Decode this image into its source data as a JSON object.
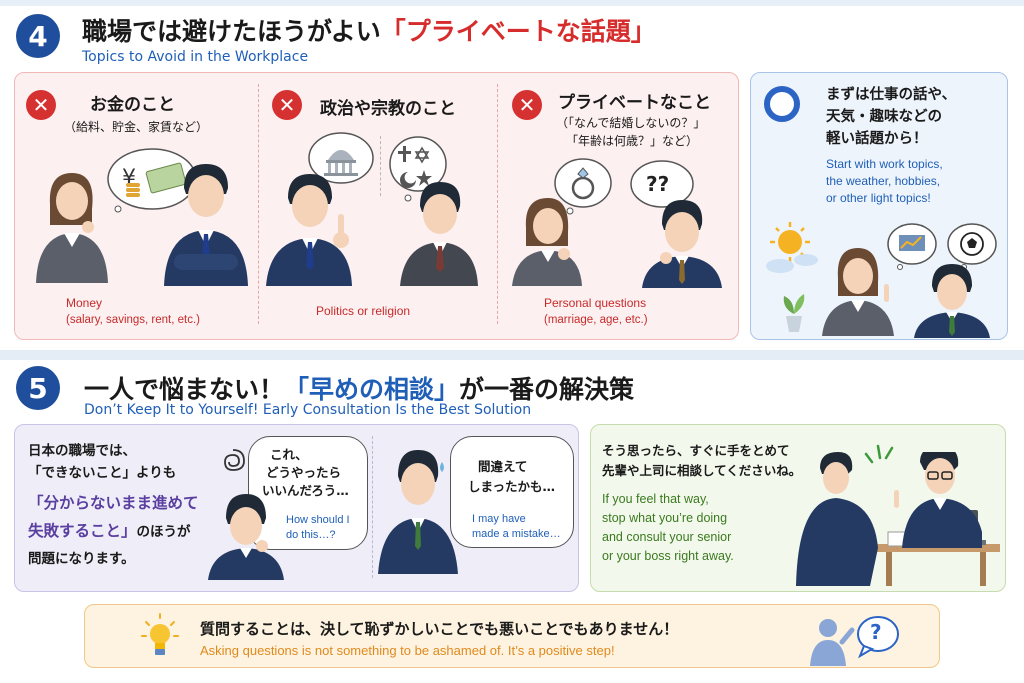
{
  "section4": {
    "number": "4",
    "title_prefix": "職場では避けたほうがよい",
    "title_highlight": "「プライベートな話題」",
    "subtitle": "Topics to Avoid in the Workplace",
    "items": [
      {
        "heading": "お金のこと",
        "sub": "（給料、貯金、家賃など）",
        "caption_1": "Money",
        "caption_2": "(salary, savings, rent, etc.)",
        "icon": "money-icon"
      },
      {
        "heading": "政治や宗教のこと",
        "caption_1": "Politics or religion",
        "icon": "religion-icon"
      },
      {
        "heading": "プライベートなこと",
        "sub_1": "（「なんで結婚しないの？」",
        "sub_2": "「年齢は何歳？」など）",
        "caption_1": "Personal questions",
        "caption_2": "(marriage, age, etc.)",
        "bubble_text": "??",
        "icon": "ring-icon"
      }
    ],
    "good": {
      "line_1": "まずは仕事の話や、",
      "line_2": "天気・趣味などの",
      "line_3": "軽い話題から！",
      "en_1": "Start with work topics,",
      "en_2": "the weather, hobbies,",
      "en_3": "or other light topics!",
      "icon": "circle-ok-icon"
    },
    "money_symbol": "¥"
  },
  "section5": {
    "number": "5",
    "title_prefix": "一人で悩まない！",
    "title_highlight": "「早めの相談」",
    "title_suffix": "が一番の解決策",
    "subtitle": "Don’t Keep It to Yourself! Early Consultation Is the Best Solution",
    "left": {
      "line_1": "日本の職場では、",
      "line_2": "「できないこと」よりも",
      "highlight_1": "「分からないまま進めて",
      "highlight_2": "失敗すること」",
      "line_3_suffix": "のほうが",
      "line_4": "問題になります。"
    },
    "bubble_1": {
      "jp_1": "これ、",
      "jp_2": "どうやったら",
      "jp_3": "いいんだろう…",
      "en_1": "How should I",
      "en_2": "do this…?"
    },
    "bubble_2": {
      "jp_1": "間違えて",
      "jp_2": "しまったかも…",
      "en_1": "I may have",
      "en_2": "made a mistake…"
    },
    "right": {
      "jp_1": "そう思ったら、すぐに手をとめて",
      "jp_2": "先輩や上司に相談してくださいね。",
      "en_1": "If you feel that way,",
      "en_2": "stop what you’re doing",
      "en_3": "and consult your senior",
      "en_4": "or your boss right away."
    },
    "bottom": {
      "jp": "質問することは、決して恥ずかしいことでも悪いことでもありません！",
      "en": "Asking questions is not something to be ashamed of. It’s a positive step!",
      "bubble": "?"
    }
  },
  "colors": {
    "accent_blue": "#1f4e9c",
    "red": "#d63131",
    "green_text": "#3b7a1f",
    "orange_text": "#e08a1e"
  }
}
